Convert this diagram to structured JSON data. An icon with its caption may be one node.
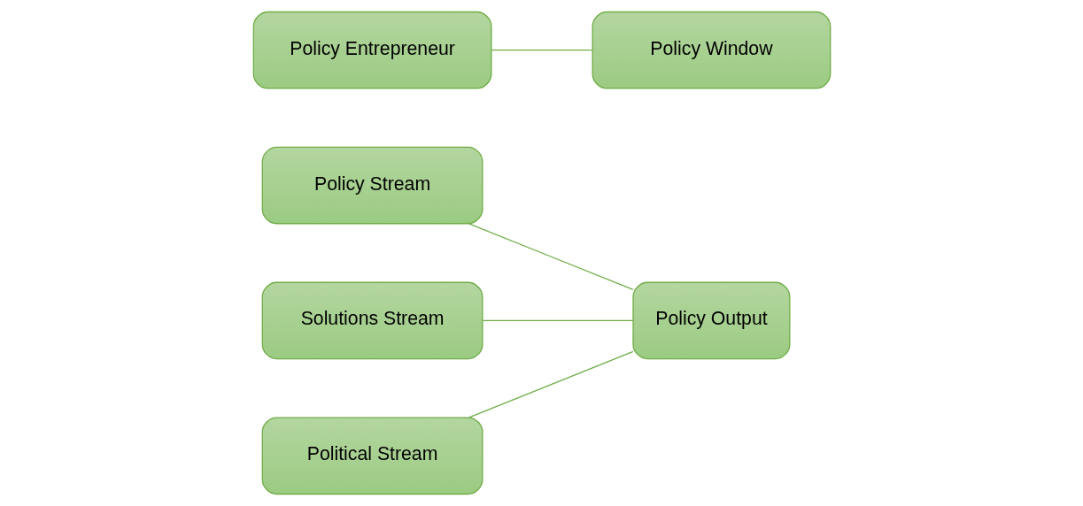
{
  "diagram": {
    "nodes": [
      {
        "text": [
          "Policy Stream"
        ]
      },
      {
        "text": [
          "Solutions Stream"
        ]
      },
      {
        "text": [
          "Political Stream"
        ]
      },
      {
        "text": [
          "Policy Entrepreneur"
        ]
      },
      {
        "text": [
          "Policy Window"
        ]
      },
      {
        "text": [
          "Policy Output"
        ]
      }
    ],
    "edges": [
      {
        "from": 0,
        "to": 5,
        "arrow": "none"
      },
      {
        "from": 1,
        "to": 5,
        "arrow": "none"
      },
      {
        "from": 2,
        "to": 5,
        "arrow": "none"
      },
      {
        "from": 3,
        "to": 4,
        "arrow": "none"
      }
    ]
  }
}
